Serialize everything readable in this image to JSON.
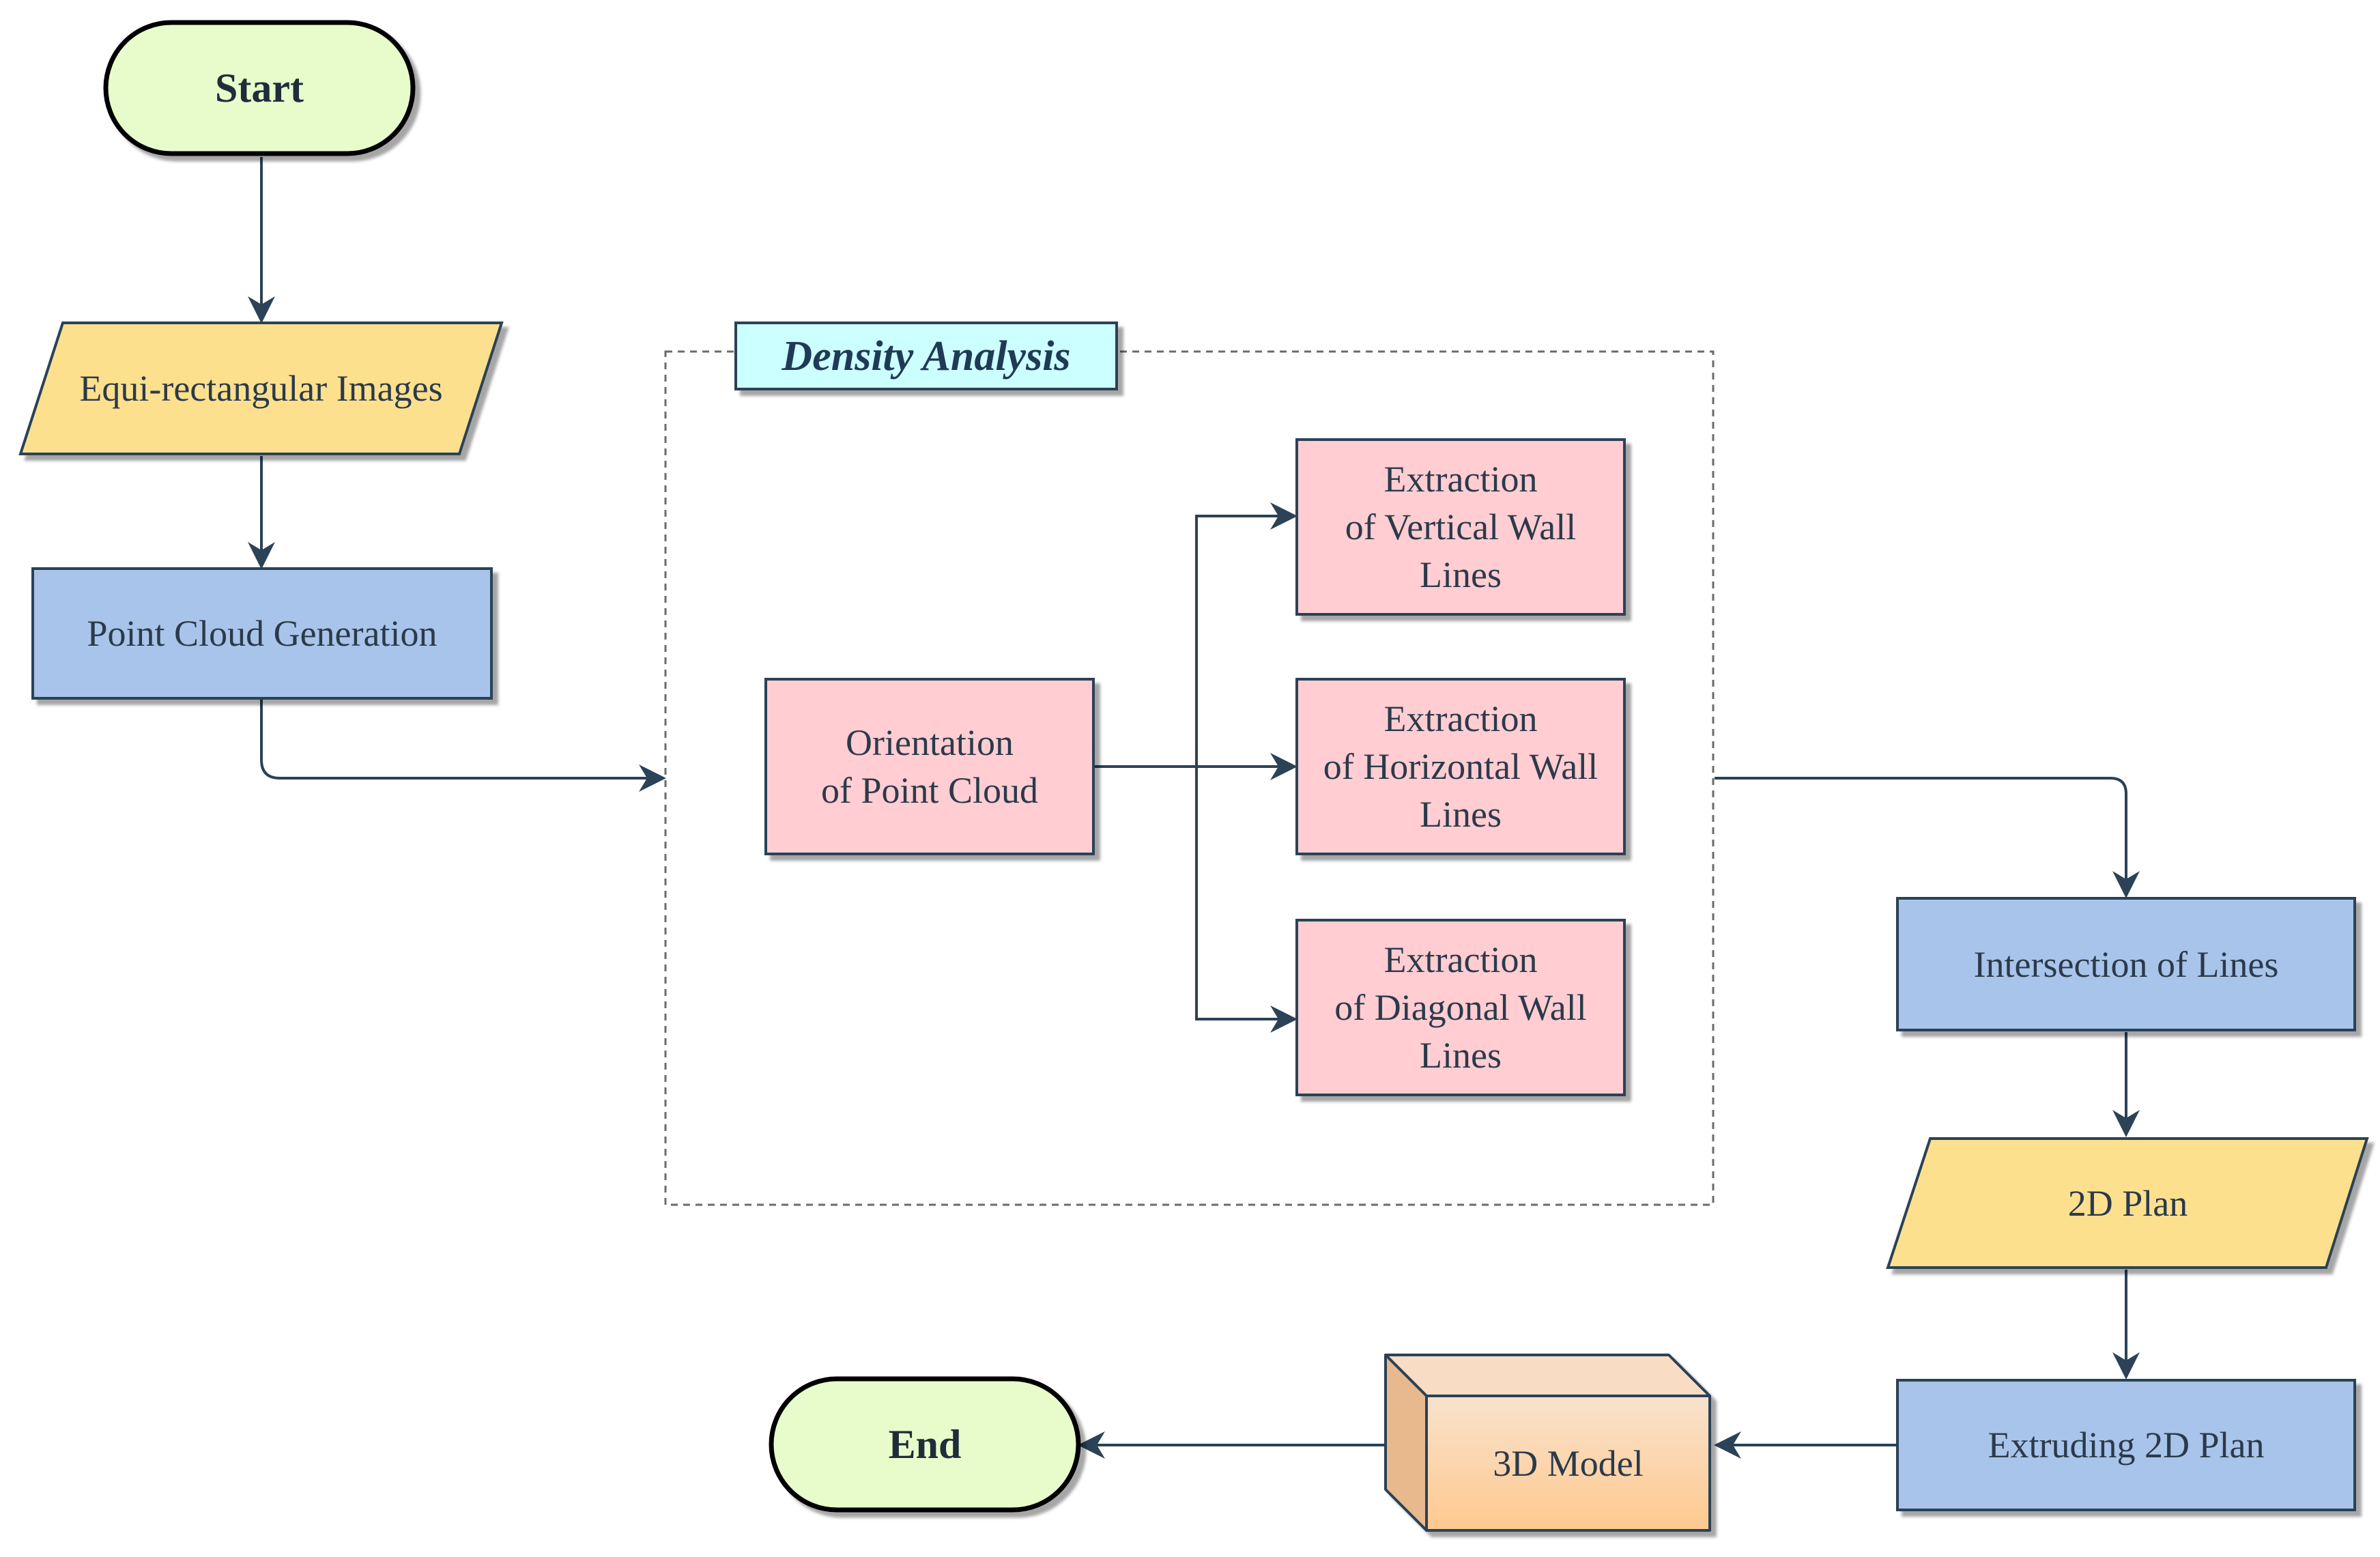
{
  "diagram": {
    "start": "Start",
    "end": "End",
    "equirect": "Equi-rectangular Images",
    "point_cloud_gen": "Point Cloud Generation",
    "density_title": "Density Analysis",
    "orientation": "Orientation\nof Point Cloud",
    "vertical": "Extraction\nof Vertical Wall\nLines",
    "horizontal": "Extraction\nof Horizontal Wall\nLines",
    "diagonal": "Extraction\nof Diagonal Wall\nLines",
    "intersection": "Intersection of Lines",
    "plan2d": "2D Plan",
    "extruding": "Extruding 2D Plan",
    "model3d": "3D Model"
  },
  "colors": {
    "terminal": "#e8fccb",
    "data": "#fde08e",
    "process_blue": "#a9c4ea",
    "process_pink": "#ffcdd2",
    "title_box": "#ccffff",
    "cube_front": "#fcd8b4",
    "edge": "#2b4257"
  }
}
